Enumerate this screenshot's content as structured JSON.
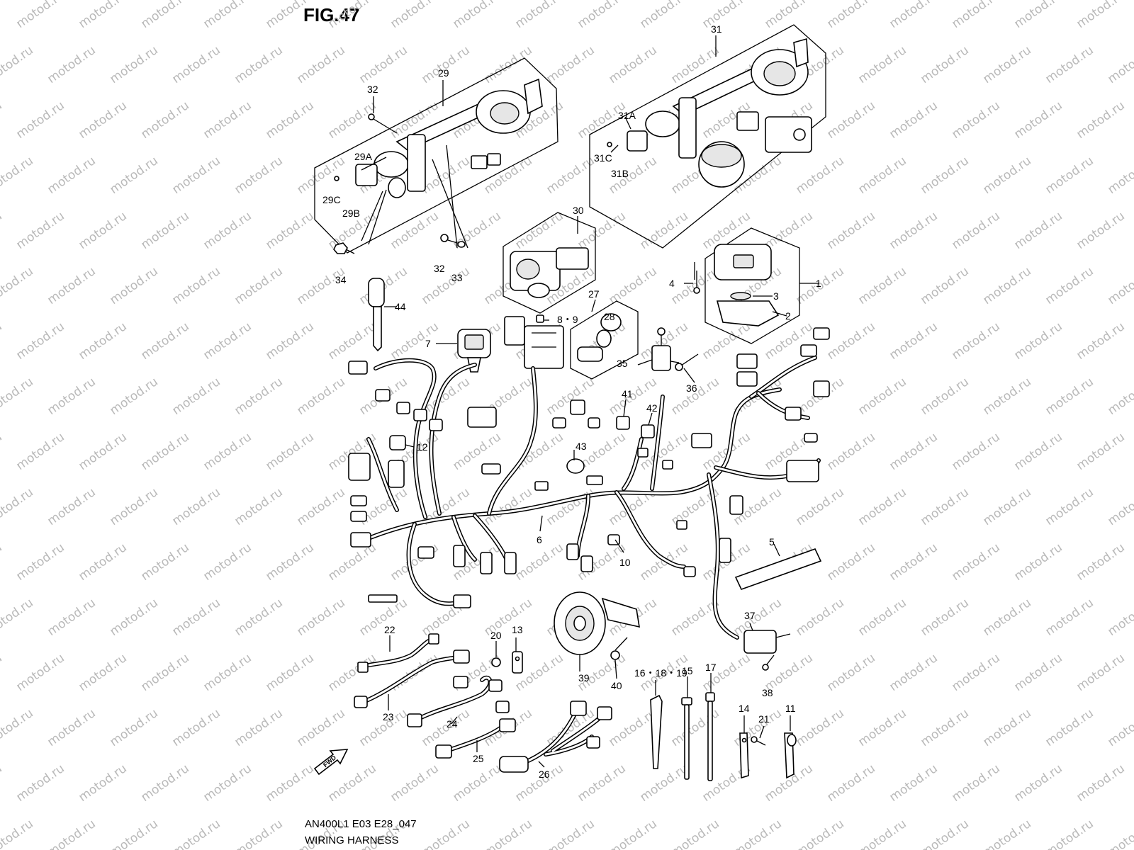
{
  "figure": {
    "title": "FIG.47",
    "model_code": "AN400L1 E03 E28_047",
    "name": "WIRING HARNESS",
    "watermark": "motod.ru",
    "direction_label": "FWD"
  },
  "callouts": [
    {
      "key": "p29",
      "label": "29"
    },
    {
      "key": "p31",
      "label": "31"
    },
    {
      "key": "p32a",
      "label": "32"
    },
    {
      "key": "p29a",
      "label": "29A"
    },
    {
      "key": "p29c",
      "label": "29C"
    },
    {
      "key": "p29b",
      "label": "29B"
    },
    {
      "key": "p31a",
      "label": "31A"
    },
    {
      "key": "p31c",
      "label": "31C"
    },
    {
      "key": "p31b",
      "label": "31B"
    },
    {
      "key": "p30",
      "label": "30"
    },
    {
      "key": "p32b",
      "label": "32"
    },
    {
      "key": "p33",
      "label": "33"
    },
    {
      "key": "p34",
      "label": "34"
    },
    {
      "key": "p1",
      "label": "1"
    },
    {
      "key": "p2",
      "label": "2"
    },
    {
      "key": "p3",
      "label": "3"
    },
    {
      "key": "p4",
      "label": "4"
    },
    {
      "key": "p44",
      "label": "44"
    },
    {
      "key": "p27",
      "label": "27"
    },
    {
      "key": "p28",
      "label": "28"
    },
    {
      "key": "p8_9",
      "label": "8・9"
    },
    {
      "key": "p7",
      "label": "7"
    },
    {
      "key": "p35",
      "label": "35"
    },
    {
      "key": "p36",
      "label": "36"
    },
    {
      "key": "p41",
      "label": "41"
    },
    {
      "key": "p42",
      "label": "42"
    },
    {
      "key": "p43",
      "label": "43"
    },
    {
      "key": "p12",
      "label": "12"
    },
    {
      "key": "p6",
      "label": "6"
    },
    {
      "key": "p10",
      "label": "10"
    },
    {
      "key": "p5",
      "label": "5"
    },
    {
      "key": "p37",
      "label": "37"
    },
    {
      "key": "p38",
      "label": "38"
    },
    {
      "key": "p22",
      "label": "22"
    },
    {
      "key": "p20",
      "label": "20"
    },
    {
      "key": "p13",
      "label": "13"
    },
    {
      "key": "p39",
      "label": "39"
    },
    {
      "key": "p40",
      "label": "40"
    },
    {
      "key": "p16_18_19",
      "label": "16・18・19"
    },
    {
      "key": "p15",
      "label": "15"
    },
    {
      "key": "p17",
      "label": "17"
    },
    {
      "key": "p23",
      "label": "23"
    },
    {
      "key": "p24",
      "label": "24"
    },
    {
      "key": "p25",
      "label": "25"
    },
    {
      "key": "p26",
      "label": "26"
    },
    {
      "key": "p14",
      "label": "14"
    },
    {
      "key": "p21",
      "label": "21"
    },
    {
      "key": "p11",
      "label": "11"
    }
  ]
}
